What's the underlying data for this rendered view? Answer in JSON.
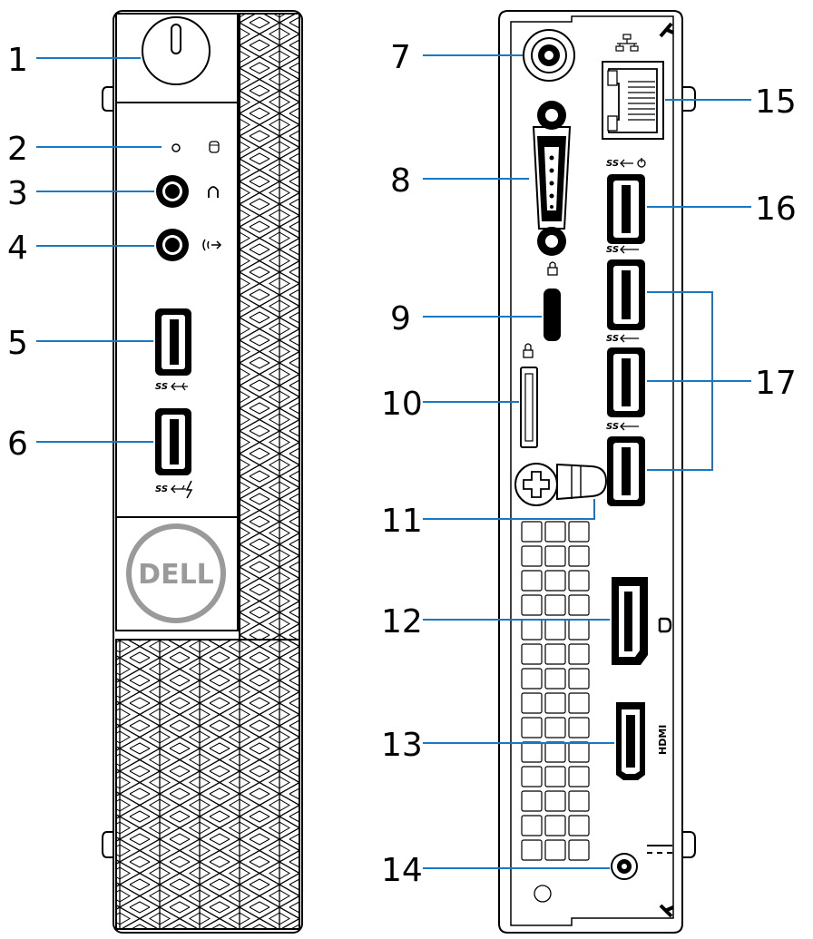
{
  "callouts": {
    "c1": "1",
    "c2": "2",
    "c3": "3",
    "c4": "4",
    "c5": "5",
    "c6": "6",
    "c7": "7",
    "c8": "8",
    "c9": "9",
    "c10": "10",
    "c11": "11",
    "c12": "12",
    "c13": "13",
    "c14": "14",
    "c15": "15",
    "c16": "16",
    "c17": "17"
  },
  "logo_text": "DELL",
  "port_labels": {
    "ss": "SS",
    "hdmi": "HDMI"
  },
  "colors": {
    "leader_line": "#1a78c2",
    "outline": "#000000",
    "logo_ring": "#9a9a9a",
    "port_fill": "#000000"
  }
}
